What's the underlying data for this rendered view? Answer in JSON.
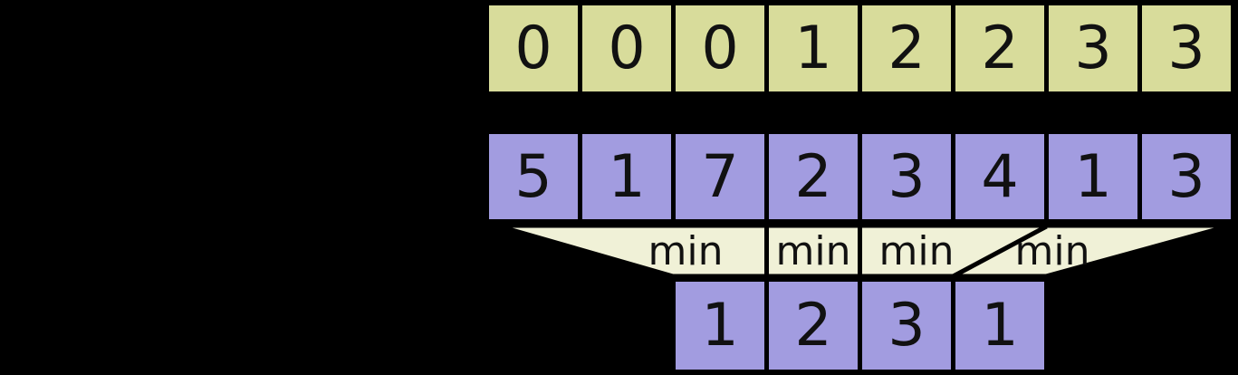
{
  "arrays": {
    "top": {
      "values": [
        "0",
        "0",
        "0",
        "1",
        "2",
        "2",
        "3",
        "3"
      ]
    },
    "middle": {
      "values": [
        "5",
        "1",
        "7",
        "2",
        "3",
        "4",
        "1",
        "3"
      ]
    },
    "result": {
      "values": [
        "1",
        "2",
        "3",
        "1"
      ]
    }
  },
  "funnel": {
    "labels": [
      "min",
      "min",
      "min",
      "min"
    ]
  },
  "colors": {
    "background": "#000000",
    "top_cells": "#d8dc9b",
    "purple_cells": "#a29ce0",
    "funnel_fill": "#f0f1d7",
    "border": "#000000",
    "text": "#111111"
  }
}
